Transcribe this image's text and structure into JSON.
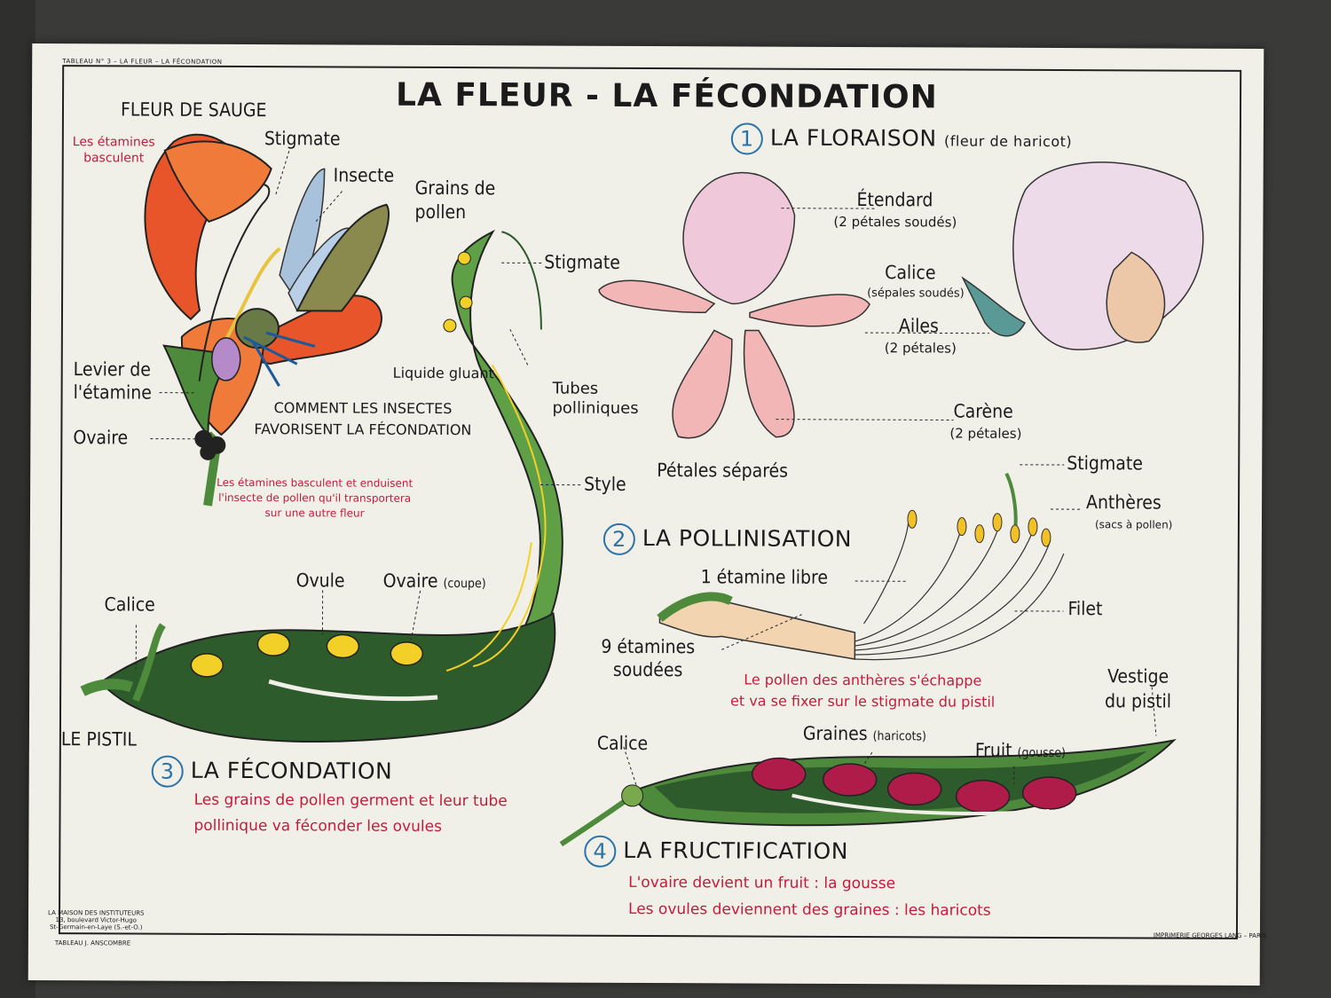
{
  "poster": {
    "header_tiny": "TABLEAU N° 3 – LA FLEUR – LA FÉCONDATION",
    "title": "LA FLEUR - LA FÉCONDATION",
    "footer_left": [
      "LA MAISON DES INSTITUTEURS",
      "13, boulevard Victor-Hugo",
      "St-Germain-en-Laye (S.-et-O.)"
    ],
    "footer_left2": "TABLEAU J. ANSCOMBRE",
    "footer_right": "IMPRIMERIE GEORGES LANG – PARIS"
  },
  "sauge": {
    "title": "FLEUR DE SAUGE",
    "note_red": [
      "Les étamines",
      "basculent"
    ],
    "stigmate": "Stigmate",
    "insecte": "Insecte",
    "levier": [
      "Levier de",
      "l'étamine"
    ],
    "ovaire": "Ovaire",
    "comment": [
      "COMMENT LES INSECTES",
      "FAVORISENT LA FÉCONDATION"
    ],
    "caption_red": [
      "Les étamines basculent et enduisent",
      "l'insecte de pollen qu'il transportera",
      "sur une autre fleur"
    ]
  },
  "pistil": {
    "grains": [
      "Grains de",
      "pollen"
    ],
    "stigmate": "Stigmate",
    "liquide": "Liquide gluant",
    "tubes": [
      "Tubes",
      "polliniques"
    ],
    "style": "Style",
    "ovule": "Ovule",
    "ovaire": "Ovaire",
    "ovaire_note": "(coupe)",
    "calice": "Calice",
    "le_pistil": "LE PISTIL"
  },
  "floraison": {
    "number": "1",
    "title": "LA FLORAISON",
    "subtitle": "(fleur de haricot)",
    "etendard": "Étendard",
    "etendard_note": "(2 pétales soudés)",
    "calice": "Calice",
    "calice_note": "(sépales soudés)",
    "ailes": "Ailes",
    "ailes_note": "(2 pétales)",
    "carene": "Carène",
    "carene_note": "(2 pétales)",
    "petales": "Pétales séparés"
  },
  "pollinisation": {
    "number": "2",
    "title": "LA POLLINISATION",
    "stigmate": "Stigmate",
    "antheres": "Anthères",
    "antheres_note": "(sacs à pollen)",
    "etamine_libre": "1 étamine libre",
    "filet": "Filet",
    "soudees": [
      "9 étamines",
      "soudées"
    ],
    "caption_red": [
      "Le pollen des anthères s'échappe",
      "et va se fixer sur le stigmate du pistil"
    ]
  },
  "fecondation": {
    "number": "3",
    "title": "LA FÉCONDATION",
    "caption_red": [
      "Les grains de pollen germent et leur tube",
      "pollinique va féconder les ovules"
    ]
  },
  "fructification": {
    "number": "4",
    "title": "LA FRUCTIFICATION",
    "calice": "Calice",
    "graines": "Graines",
    "graines_note": "(haricots)",
    "fruit": "Fruit",
    "fruit_note": "(gousse)",
    "vestige": [
      "Vestige",
      "du pistil"
    ],
    "caption_red": [
      "L'ovaire devient un fruit : la gousse",
      "Les ovules deviennent des graines : les haricots"
    ]
  },
  "colors": {
    "paper": "#f1f0e8",
    "pod_green": "#4e8a3c",
    "pod_dark": "#2e5b2c",
    "petal_orange": "#e8552a",
    "pink_petal": "#efc9d9",
    "bean_red": "#b01c4a",
    "pollen_yellow": "#f2d027",
    "accent_blue": "#2a73a8",
    "caption_red": "#c61a3c"
  }
}
